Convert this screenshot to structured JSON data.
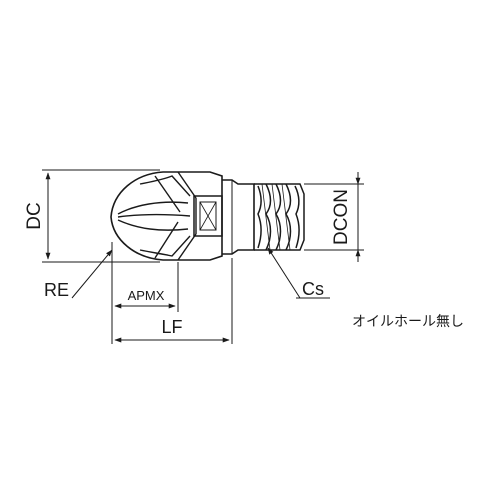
{
  "labels": {
    "dc": "DC",
    "dcon": "DCON",
    "re": "RE",
    "apmx": "APMX",
    "lf": "LF",
    "cs": "Cs",
    "note": "オイルホール無し"
  }
}
